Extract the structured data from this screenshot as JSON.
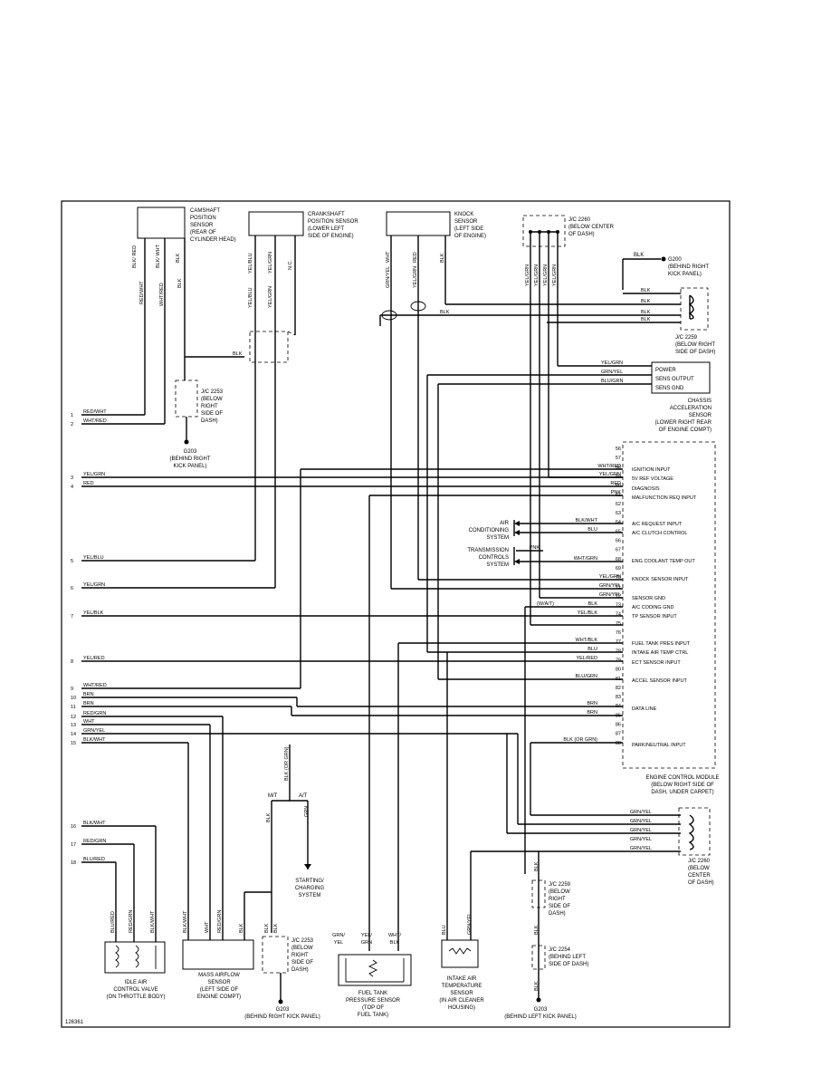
{
  "components": {
    "camshaft": [
      "CAMSHAFT",
      "POSITION",
      "SENSOR",
      "(REAR OF",
      "CYLINDER HEAD)"
    ],
    "crankshaft": [
      "CRANKSHAFT",
      "POSITION SENSOR",
      "(LOWER LEFT",
      "SIDE OF ENGINE)"
    ],
    "knock": [
      "KNOCK",
      "SENSOR",
      "(LEFT SIDE",
      "OF ENGINE)"
    ],
    "jc2260_top": [
      "J/C 2260",
      "(BELOW CENTER",
      "OF DASH)"
    ],
    "g200": [
      "G200",
      "(BEHIND RIGHT",
      "KICK PANEL)"
    ],
    "jc2259": [
      "J/C 2259",
      "(BELOW RIGHT",
      "SIDE OF DASH)"
    ],
    "chassis_accel": [
      "CHASSIS",
      "ACCELERATION",
      "SENSOR",
      "(LOWER RIGHT REAR",
      "OF ENGINE COMPT)"
    ],
    "jc2253_top": [
      "J/C 2253",
      "(BELOW",
      "RIGHT",
      "SIDE OF",
      "DASH)"
    ],
    "g203_top": [
      "G203",
      "(BEHIND RIGHT",
      "KICK PANEL)"
    ],
    "ecm": [
      "ENGINE CONTROL MODULE",
      "(BELOW RIGHT SIDE OF",
      "DASH, UNDER CARPET)"
    ],
    "ac_system": [
      "AIR",
      "CONDITIONING",
      "SYSTEM"
    ],
    "trans_system": [
      "TRANSMISSION",
      "CONTROLS",
      "SYSTEM"
    ],
    "jc2260_bot": [
      "J/C 2260",
      "(BELOW",
      "CENTER",
      "OF DASH)"
    ],
    "idle_air": [
      "IDLE AIR",
      "CONTROL VALVE",
      "(ON THROTTLE BODY)"
    ],
    "maf": [
      "MASS AIRFLOW",
      "SENSOR",
      "(LEFT SIDE OF",
      "ENGINE COMPT)"
    ],
    "jc2253_bot": [
      "J/C 2253",
      "(BELOW",
      "RIGHT",
      "SIDE OF",
      "DASH)"
    ],
    "g203_bot": [
      "G203",
      "(BEHIND RIGHT KICK PANEL)"
    ],
    "starting": [
      "STARTING/",
      "CHARGING",
      "SYSTEM"
    ],
    "fuel_tank": [
      "FUEL TANK",
      "PRESSURE SENSOR",
      "(TOP OF",
      "FUEL TANK)"
    ],
    "intake_air": [
      "INTAKE AIR",
      "TEMPERATURE",
      "SENSOR",
      "(IN AIR CLEANER",
      "HOUSING)"
    ],
    "jc2259_bot": [
      "J/C 2259",
      "(BELOW",
      "RIGHT",
      "SIDE OF",
      "DASH)"
    ],
    "jc2254": [
      "J/C 2254",
      "(BEHIND LEFT",
      "SIDE OF DASH)"
    ],
    "g203_left": [
      "G203",
      "(BEHIND LEFT KICK PANEL)"
    ]
  },
  "ecm_functions": [
    "IGNITION INPUT",
    "5V REF VOLTAGE",
    "DIAGNOSIS",
    "MALFUNCTION REQ INPUT",
    "A/C REQUEST INPUT",
    "A/C CLUTCH CONTROL",
    "ENG COOLANT TEMP OUT",
    "KNOCK SENSOR INPUT",
    "SENSOR GND",
    "A/C CODING GND",
    "TP SENSOR INPUT",
    "FUEL TANK PRES INPUT",
    "INTAKE AIR TEMP CTRL",
    "ECT SENSOR INPUT",
    "ACCEL SENSOR INPUT",
    "DATA LINE",
    "PARK/NEUTRAL INPUT"
  ],
  "ecm_pins": [
    "56",
    "57",
    "58",
    "59",
    "60",
    "61",
    "62",
    "63",
    "64",
    "65",
    "66",
    "67",
    "68",
    "69",
    "70",
    "71",
    "72",
    "73",
    "74",
    "75",
    "76",
    "77",
    "78",
    "79",
    "80",
    "81",
    "82",
    "83",
    "84",
    "85",
    "86",
    "87",
    "88"
  ],
  "chassis_functions": [
    "POWER",
    "SENS OUTPUT",
    "SENS GND"
  ],
  "left_wires": [
    {
      "n": "1",
      "c": "RED/WHT"
    },
    {
      "n": "2",
      "c": "WHT/RED"
    },
    {
      "n": "3",
      "c": "YEL/GRN"
    },
    {
      "n": "4",
      "c": "RED"
    },
    {
      "n": "5",
      "c": "YEL/BLU"
    },
    {
      "n": "6",
      "c": "YEL/GRN"
    },
    {
      "n": "7",
      "c": "YEL/BLK"
    },
    {
      "n": "8",
      "c": "YEL/RED"
    },
    {
      "n": "9",
      "c": "WHT/RED"
    },
    {
      "n": "10",
      "c": "BRN"
    },
    {
      "n": "11",
      "c": "BRN"
    },
    {
      "n": "12",
      "c": "RED/GRN"
    },
    {
      "n": "13",
      "c": "WHT"
    },
    {
      "n": "14",
      "c": "GRN/YEL"
    },
    {
      "n": "15",
      "c": "BLK/WHT"
    },
    {
      "n": "16",
      "c": "BLK/WHT"
    },
    {
      "n": "17",
      "c": "RED/GRN"
    },
    {
      "n": "18",
      "c": "BLU/RED"
    }
  ],
  "ecm_wire_labels": [
    "WHT/RED",
    "YEL/GRN",
    "RED",
    "PNK",
    "BLK/WHT",
    "BLU",
    "PNK",
    "WHT/GRN",
    "YEL/GRN",
    "GRN/YEL",
    "GRN/YEL",
    "BLK",
    "YEL/BLK",
    "WHT/BLK",
    "BLU",
    "YEL/RED",
    "BLU/GRN",
    "BRN",
    "BRN",
    "BLK (OR GRN)"
  ],
  "misc": {
    "mt": "M/T",
    "at": "A/T",
    "wat": "(W/A/T)",
    "blk_or_grn": "BLK (OR GRN)",
    "grn_yel": "GRN/\nYEL",
    "yel_grn": "YEL/\nGRN",
    "wht_blk": "WHT/\nBLK",
    "figure_id": "126361"
  },
  "vertical_labels": [
    "BLK/ RED",
    "BLK/ WHT",
    "BLK",
    "RED/WHT",
    "WHT/RED",
    "BLK",
    "YEL/BLU",
    "YEL/GRN",
    "N.C.",
    "YEL/BLU",
    "YEL/GRN",
    "WHT",
    "RED",
    "BLK",
    "GRN/YEL",
    "YEL/GRN",
    "YEL/GRN",
    "YEL/GRN",
    "YEL/GRN",
    "YEL/GRN",
    "BLU/RED",
    "RED/GRN",
    "BLK/WHT",
    "BLK/WHT",
    "WHT",
    "RED/GRN",
    "BLK",
    "BLK",
    "BLK",
    "BLK",
    "GRN",
    "BLU",
    "GRN/YEL",
    "BLK",
    "BLK",
    "BLK"
  ],
  "horiz_labels": {
    "blk": "BLK",
    "yel_grn": "YEL/GRN",
    "grn_yel": "GRN/YEL",
    "blu_grn": "BLU/GRN"
  }
}
